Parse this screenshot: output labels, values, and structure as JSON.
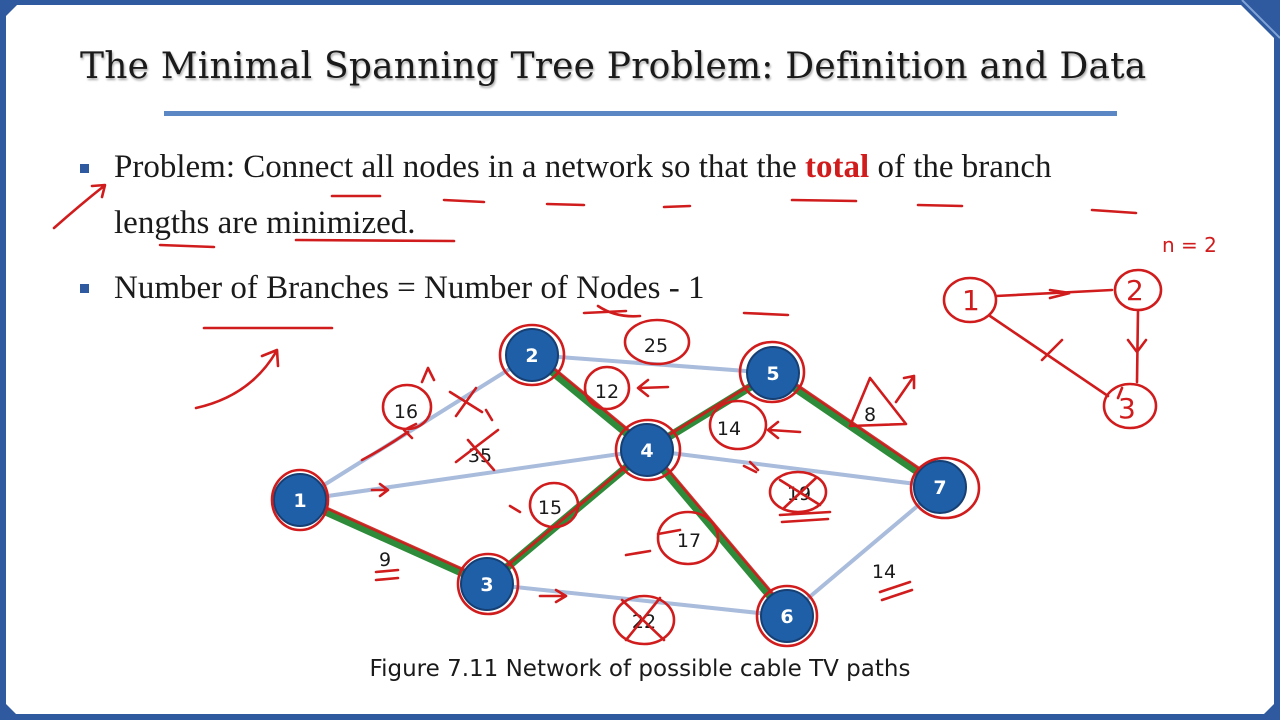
{
  "slide": {
    "title": "The Minimal Spanning Tree Problem: Definition and Data",
    "bullets": [
      {
        "before": "Problem: Connect all nodes in a network so that the ",
        "highlight": "total",
        "after": " of the branch",
        "continuation": "lengths are minimized."
      },
      {
        "text": "Number of Branches = Number of Nodes - 1"
      }
    ],
    "caption": "Figure 7.11  Network of possible cable TV paths"
  },
  "network": {
    "nodes": [
      {
        "id": "1",
        "label": "1"
      },
      {
        "id": "2",
        "label": "2"
      },
      {
        "id": "3",
        "label": "3"
      },
      {
        "id": "4",
        "label": "4"
      },
      {
        "id": "5",
        "label": "5"
      },
      {
        "id": "6",
        "label": "6"
      },
      {
        "id": "7",
        "label": "7"
      }
    ],
    "edges": [
      {
        "from": "1",
        "to": "2",
        "weight": "16",
        "in_tree": false
      },
      {
        "from": "1",
        "to": "4",
        "weight": "35",
        "in_tree": false
      },
      {
        "from": "1",
        "to": "3",
        "weight": "9",
        "in_tree": true
      },
      {
        "from": "2",
        "to": "5",
        "weight": "25",
        "in_tree": false
      },
      {
        "from": "2",
        "to": "4",
        "weight": "12",
        "in_tree": true
      },
      {
        "from": "3",
        "to": "4",
        "weight": "15",
        "in_tree": true
      },
      {
        "from": "3",
        "to": "6",
        "weight": "22",
        "in_tree": false
      },
      {
        "from": "4",
        "to": "5",
        "weight": "14",
        "in_tree": true
      },
      {
        "from": "4",
        "to": "6",
        "weight": "17",
        "in_tree": true
      },
      {
        "from": "4",
        "to": "7",
        "weight": "19",
        "in_tree": false
      },
      {
        "from": "5",
        "to": "7",
        "weight": "8",
        "in_tree": true
      },
      {
        "from": "6",
        "to": "7",
        "weight": "14",
        "in_tree": false
      }
    ]
  },
  "sketch": {
    "note": "n = 2",
    "nodes": [
      "1",
      "2",
      "3"
    ],
    "edges": [
      {
        "from": "1",
        "to": "2"
      },
      {
        "from": "2",
        "to": "3"
      },
      {
        "from": "1",
        "to": "3"
      }
    ]
  },
  "colors": {
    "frame": "#2f5aa0",
    "node_fill": "#1f5fa8",
    "edge_plain": "#a9bcdc",
    "tree_green": "#2e8b3a",
    "ink_red": "#d01c1c",
    "highlight_text": "#d01c1c"
  }
}
